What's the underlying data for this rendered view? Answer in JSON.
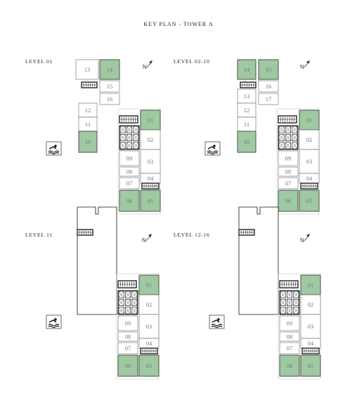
{
  "title": "KEY PLAN - TOWER A",
  "north_label": "N",
  "colors": {
    "highlight": "#9fc9a0",
    "outline": "#666666",
    "text": "#777777",
    "dark": "#111111"
  },
  "icons": [
    "swimming-pool-icon",
    "north-arrow-icon",
    "staircase-icon",
    "lift-core-icon"
  ],
  "levels": [
    {
      "label": "LEVEL 01",
      "left_units": [
        "13",
        "14",
        "15",
        "16",
        "12",
        "11",
        "10"
      ],
      "right_units": [
        "01",
        "02",
        "03",
        "04",
        "05",
        "06",
        "07",
        "08",
        "09"
      ],
      "highlighted": [
        "14",
        "10",
        "01",
        "06",
        "05"
      ]
    },
    {
      "label": "LEVEL 02-10",
      "left_units": [
        "14",
        "15",
        "13",
        "16",
        "17",
        "12",
        "11",
        "10"
      ],
      "right_units": [
        "01",
        "02",
        "03",
        "04",
        "05",
        "06",
        "07",
        "08",
        "09"
      ],
      "highlighted": [
        "14",
        "15",
        "10",
        "01",
        "06",
        "05"
      ]
    },
    {
      "label": "LEVEL 11",
      "left_units": [],
      "right_units": [
        "01",
        "02",
        "03",
        "04",
        "05",
        "06",
        "07",
        "08",
        "09"
      ],
      "highlighted": [
        "01",
        "06",
        "05"
      ]
    },
    {
      "label": "LEVEL 12-16",
      "left_units": [],
      "right_units": [
        "01",
        "02",
        "03",
        "04",
        "05",
        "06",
        "07",
        "08",
        "09"
      ],
      "highlighted": [
        "01",
        "06",
        "05"
      ]
    }
  ]
}
